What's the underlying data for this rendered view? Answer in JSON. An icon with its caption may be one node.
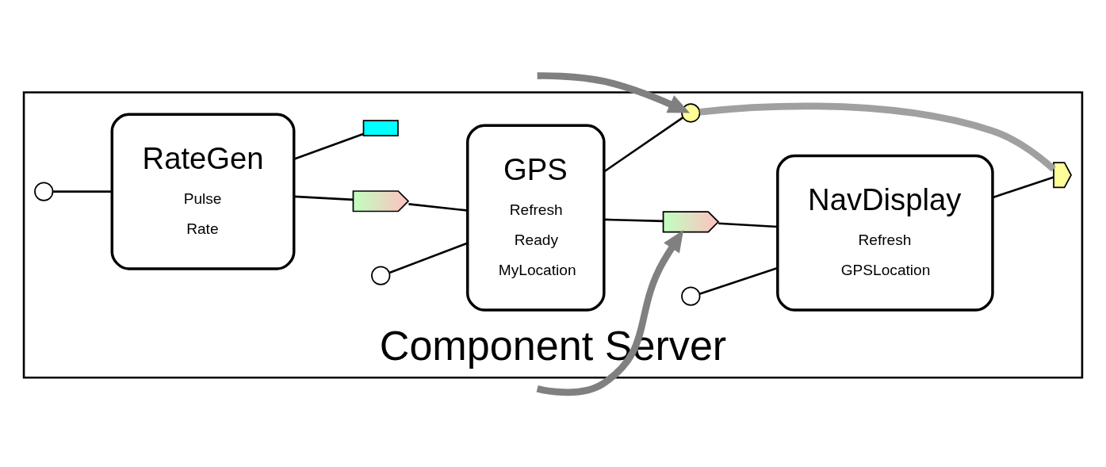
{
  "diagram": {
    "nodes": [
      {
        "text": [
          "Component Server"
        ]
      },
      {
        "text": [
          "RateGen",
          "Pulse",
          "Rate"
        ],
        "in": 0
      },
      {
        "text": [
          "GPS",
          "Refresh",
          "Ready",
          "MyLocation"
        ],
        "in": 0
      },
      {
        "text": [
          "NavDisplay",
          "Refresh",
          "GPSLocation"
        ],
        "in": 0
      },
      {
        "text": [],
        "shape": "circle",
        "in": 0
      },
      {
        "text": [],
        "shape": "circle",
        "in": 0
      },
      {
        "text": [],
        "shape": "circle",
        "in": 0
      },
      {
        "text": [],
        "shape": "chevron",
        "in": 0
      },
      {
        "text": [],
        "shape": "chevron",
        "in": 0
      },
      {
        "text": [],
        "shape": "circle",
        "in": 0
      },
      {
        "text": [],
        "shape": "cup",
        "in": 0
      },
      {
        "text": [],
        "shape": "box",
        "in": 0
      }
    ],
    "edges": [
      {
        "from": 4,
        "to": 1,
        "arrow": "none"
      },
      {
        "from": 5,
        "to": 2,
        "arrow": "none"
      },
      {
        "from": 6,
        "to": 3,
        "arrow": "none"
      },
      {
        "from": 1,
        "to": 7,
        "arrow": "none"
      },
      {
        "from": 7,
        "to": 2,
        "arrow": "none"
      },
      {
        "from": 2,
        "to": 8,
        "arrow": "none"
      },
      {
        "from": 8,
        "to": 3,
        "arrow": "none"
      },
      {
        "from": 2,
        "to": 9,
        "arrow": "none"
      },
      {
        "from": 3,
        "to": 10,
        "arrow": "none"
      },
      {
        "from": 9,
        "to": 10,
        "arrow": "none",
        "style": "thick",
        "color": "#a0a0a0"
      },
      {
        "from": 1,
        "to": 11,
        "arrow": "none"
      },
      {
        "from": null,
        "to": 9,
        "arrow": "to",
        "style": "thick",
        "color": "#808080"
      },
      {
        "from": null,
        "to": 8,
        "arrow": "to",
        "style": "thick",
        "color": "#808080"
      }
    ]
  }
}
